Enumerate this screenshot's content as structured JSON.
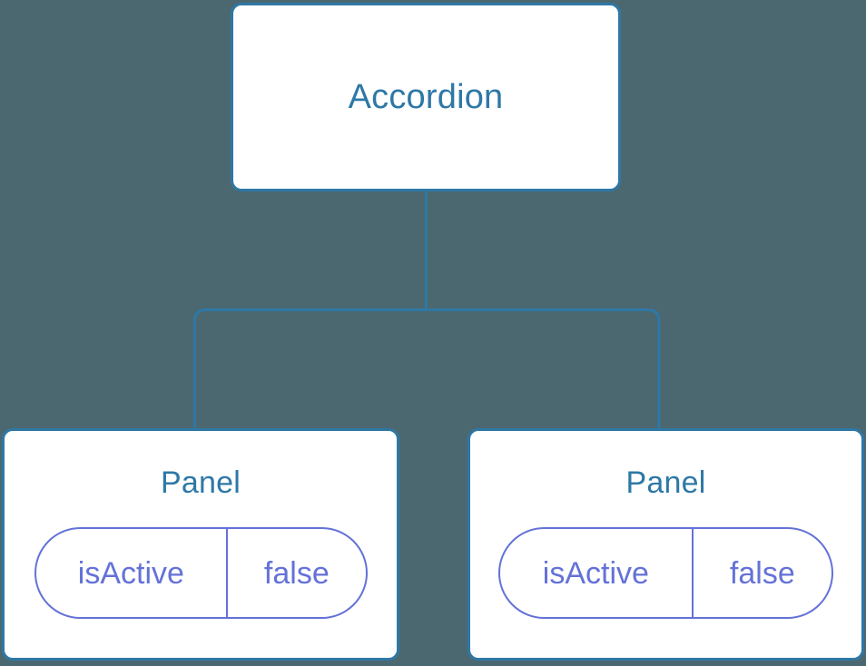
{
  "diagram": {
    "type": "component-tree",
    "background_color": "#4b6871",
    "node_fill_color": "#ffffff",
    "node_border_color": "#2e78a6",
    "node_title_color": "#2e78a6",
    "connector_color": "#2e78a6",
    "state_color": "#6472d8",
    "root": {
      "title": "Accordion"
    },
    "children": [
      {
        "title": "Panel",
        "state": {
          "key": "isActive",
          "value": "false"
        }
      },
      {
        "title": "Panel",
        "state": {
          "key": "isActive",
          "value": "false"
        }
      }
    ]
  }
}
